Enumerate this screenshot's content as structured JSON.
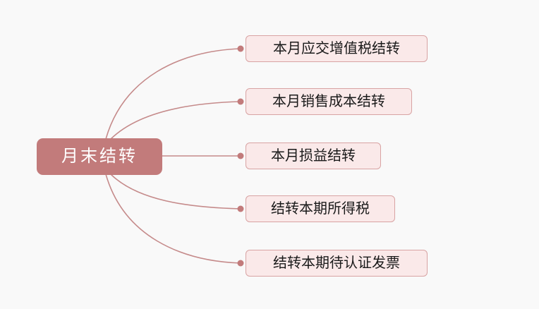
{
  "diagram": {
    "type": "mindmap",
    "background_color": "#f9f9f9",
    "root": {
      "label": "月末结转",
      "fill_color": "#c27b7b",
      "text_color": "#ffffff"
    },
    "branch_color": "#c58a8a",
    "leaf_style": {
      "fill_color": "#fae9e9",
      "border_color": "#d8a3a3",
      "text_color": "#1a1a1a"
    },
    "leaves": [
      {
        "label": "本月应交增值税结转"
      },
      {
        "label": "本月销售成本结转"
      },
      {
        "label": "本月损益结转"
      },
      {
        "label": "结转本期所得税"
      },
      {
        "label": "结转本期待认证发票"
      }
    ]
  }
}
